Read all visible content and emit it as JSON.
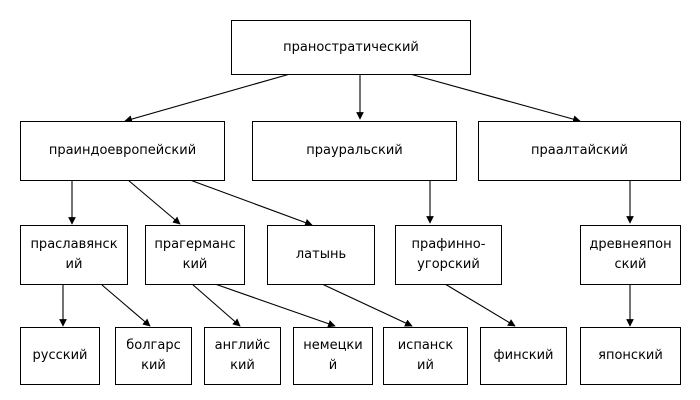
{
  "diagram": {
    "nodes": {
      "root": "праностратический",
      "ie": "праиндоевропейский",
      "ural": "прауральский",
      "alt": "праалтайский",
      "slav": "праславянск\nий",
      "germ": "прагерманс\nкий",
      "lat": "латынь",
      "fu": "прафинно-\nугорский",
      "jap_old": "древнеяпон\nский",
      "rus": "русский",
      "bul": "болгарс\nкий",
      "eng": "английс\nкий",
      "ger": "немецки\nй",
      "spa": "испанск\nий",
      "fin": "финский",
      "jap": "японский"
    },
    "colors": {
      "line": "#000000",
      "border": "#000000",
      "fill": "#ffffff"
    }
  }
}
